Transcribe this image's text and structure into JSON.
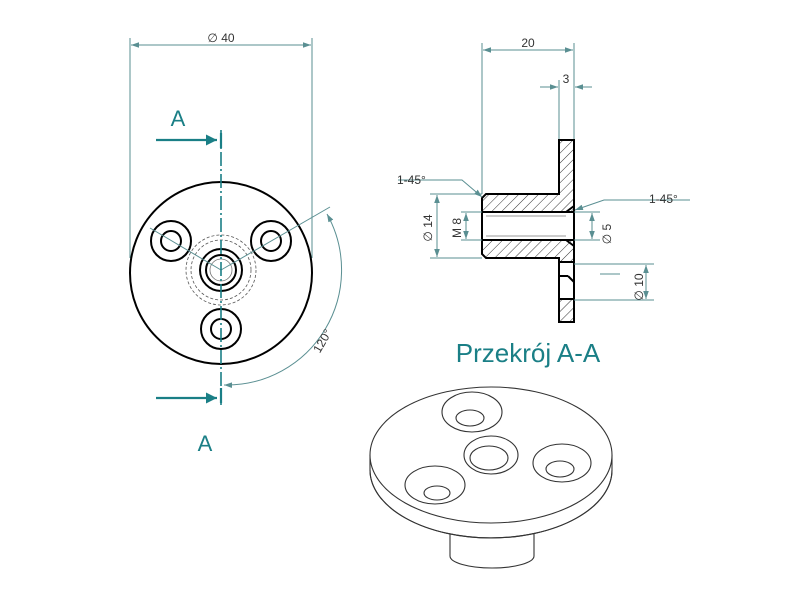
{
  "colors": {
    "accent": "#1a7f86",
    "line": "#000000",
    "dimension": "#5a8f92"
  },
  "front_view": {
    "diameter_label": "∅ 40",
    "section_letter_top": "A",
    "section_letter_bottom": "A",
    "angle_label": "120°"
  },
  "section_view": {
    "title": "Przekrój A-A",
    "length_label": "20",
    "flange_thickness_label": "3",
    "chamfer_left_label": "1-45°",
    "chamfer_right_label": "1-45°",
    "outer_diameter_label": "∅ 14",
    "thread_label": "M 8",
    "small_hole_label": "∅ 5",
    "counterbore_label": "∅ 10"
  }
}
